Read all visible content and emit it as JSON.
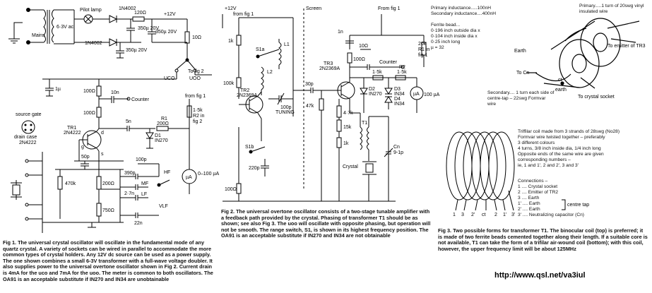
{
  "fig1": {
    "caption": "Fig 1. The universal crystal oscillator will oscillate in the fundamental mode of any quartz crystal. A variety of sockets can be wired in parallel to accommodate the more common types of crystal holders. Any 12V dc source can be used as a power supply. The one shown combines a small 6-3V transformer with a full-wave voltage doubler. It also supplies power to the universal overtone oscillator shown in Fig 2. Current drain is 4mA for the uco and 7mA for the uoo. The meter is common to both oscillators. The OA91 is an acceptable substitute if IN270 and IN34 are unobtainable",
    "labels": {
      "mains": "Mains",
      "pilot_lamp": "Pilot lamp",
      "ac": "6·3V ac",
      "d_top": "1N4002",
      "d_bot": "1N4002",
      "r120": "120Ω",
      "c350a": "350µ 20V",
      "c350b": "350µ 20V",
      "c350c": "350µ 20V",
      "plus12": "+12V",
      "r10": "10Ω",
      "uco": "UCO",
      "uoo": "UOO",
      "to_fig2": "To fig 2",
      "from_fig1": "from fig 1",
      "c1u": "1µ",
      "r100a": "100Ω",
      "c10n": "10n",
      "r100b": "100Ω",
      "counter": "Counter",
      "source_gate": "source  gate",
      "drain_case": "drain     case",
      "part_2n4222": "2N4222",
      "tr1": "TR1",
      "tr1_part": "2N4222",
      "c5n": "5n",
      "r1": "R1",
      "r1_val": "200Ω",
      "r2": "1·5k",
      "r2b": "R2 in",
      "r2c": "fig 2",
      "d1": "D1",
      "d1_part": "IN270",
      "c50p": "50p",
      "r470k": "470k",
      "r200": "200Ω",
      "r750": "750Ω",
      "c100p": "100p",
      "c390p": "390p",
      "mf": "MF",
      "hf": "HF",
      "c27n": "2·7n",
      "lf": "LF",
      "vlf": "VLF",
      "c22n": "22n",
      "meter": "µA",
      "meter_range": "0–100 µA",
      "g": "g",
      "s": "s",
      "d": "d"
    }
  },
  "fig2": {
    "caption": "Fig 2. The universal overtone oscillator consists of a two-stage tunable amplifier with a feedback path provided by the crystal. Phasing of transformer T1 should be as shown; see also Fig 3. The uoo will oscillate with opposite phasing, but operation will not be smooth. The range switch, S1, is shown in its highest frequency position. The OA91 is an acceptable substitute if IN270 and IN34 are not obtainable",
    "labels": {
      "plus12": "+12V",
      "from_fig1": "from fig 1",
      "screen": "Screen",
      "from_fig1b": "From fig 1",
      "r1k": "1k",
      "s1a": "S1a",
      "l1": "L1",
      "l2": "L2",
      "r100k": "100k",
      "tr2": "TR2",
      "tr2_part": "2N2369A",
      "c100p": "100p",
      "tuning": "TUNING",
      "s1b": "S1b",
      "c220p": "220p",
      "r100": "100Ω",
      "c30p": "30p",
      "r47k": "47k",
      "r47k2": "4·7k",
      "r15k": "15k",
      "r1k2": "1k",
      "tr3": "TR3",
      "tr3_part": "2N2369A",
      "c1n": "1n",
      "r100b": "100Ω",
      "r10b": "10Ω",
      "counter": "Counter",
      "r15ka": "1·5k",
      "r2": "R2",
      "r15kb": "1·5k",
      "r20k": "20k",
      "r1in": "R1 in",
      "fig1": "fig 1",
      "d2": "D2",
      "d2_part": "IN270",
      "d3": "D3",
      "d3_part": "IN34",
      "d4": "D4",
      "d4_part": "IN34",
      "meter": "µA",
      "meter_val": "100 µA",
      "t1": "T1",
      "cn": "Cn",
      "cn_val": "9-1p",
      "crystal": "Crystal"
    }
  },
  "fig3": {
    "caption": "Fig 3. Two possible forms for transformer T1. The binocular coil (top) is preferred; it is made of two ferrite beads cemented together along their length. If a suitable core is not available, T1 can take the form of a trifilar air-wound coil (bottom); with this coil, however, the upper frequency limit will be about 125MHz",
    "specs": [
      "Primary inductance.....100nH",
      "Secondary inductance....400nH",
      "",
      "Ferrite bead...",
      "0·196 inch outside dia  x",
      "0·104 inch inside dia  x",
      "0·25 inch long",
      "µ = 32"
    ],
    "primary_note": "Primary.....1 turn of 20swg vinyl insulated wire",
    "earth": "Earth",
    "to_emitter": "To emitter of TR3",
    "to_cn": "To Cn",
    "ct": "ct",
    "earth2": "earth",
    "secondary_note": "Secondary.... 1 turn each side of centre-tap – 22swg Formvar wire",
    "to_crystal": "To crystal socket",
    "trifilar": [
      "Triffilar coil made from 3 strands of 28swg (No28)",
      "Formvar wire twisted together – preferably",
      "3 different colours",
      "4 turns, 3/8 inch inside dia, 1/4 inch long",
      "Opposite ends of the same wire are given",
      "corresponding numbers –",
      "ie, 1 and 1',  2 and 2',  3 and 3'"
    ],
    "connections_title": "Connections –",
    "connections": [
      "1 .... Crystal socket",
      "2 .... Emitter of TR2",
      "3 .... Earth",
      "1' .... Earth",
      "2' .... Earth",
      "3' .... Neutralizing capacitor (Cn)"
    ],
    "centre_tap": "centre tap",
    "coil_ends": [
      "1",
      "3",
      "2'",
      "ct",
      "2",
      "1'",
      "3'"
    ]
  },
  "url": "http://www.qsl.net/va3iul"
}
